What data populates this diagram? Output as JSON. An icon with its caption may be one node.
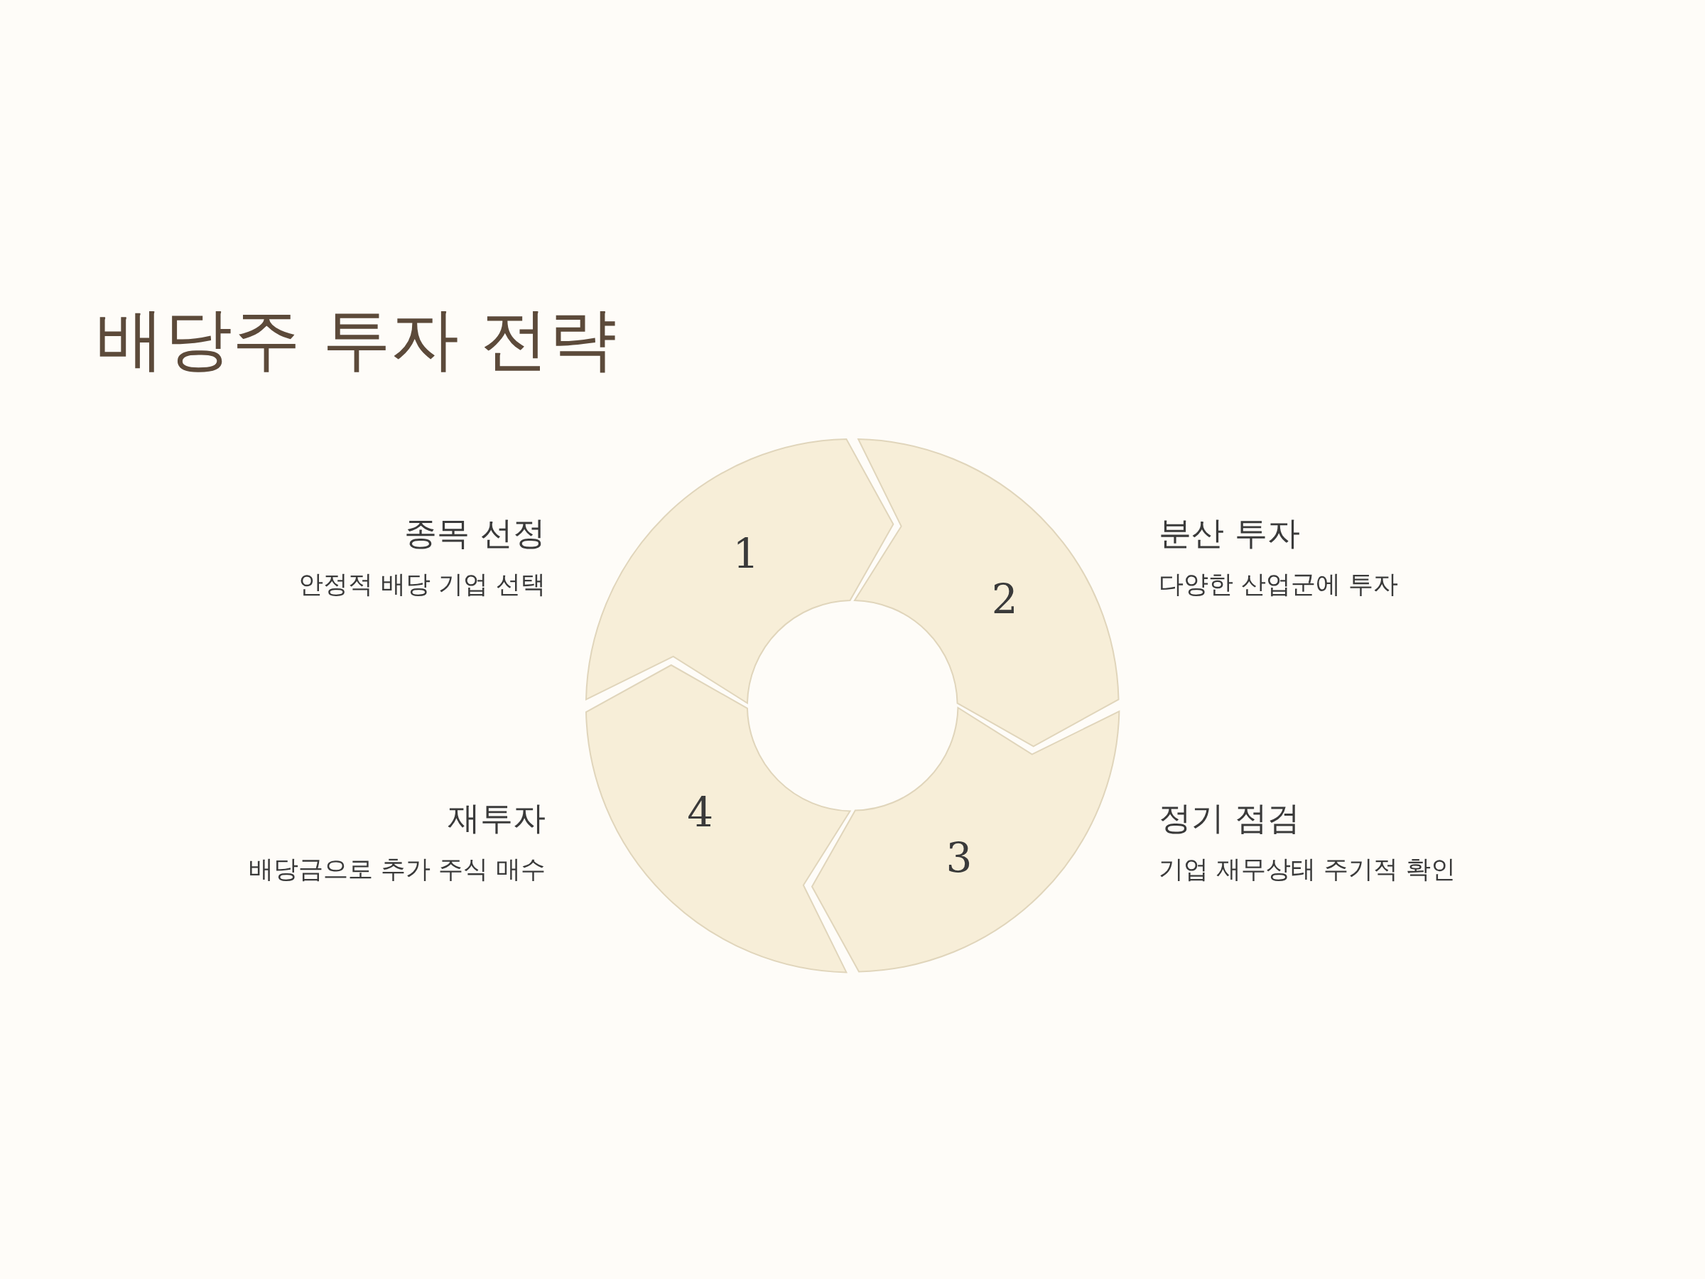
{
  "diagram": {
    "title": "배당주 투자 전략",
    "nodes": [
      {
        "text": [
          "1"
        ],
        "beside": [
          "종목 선정",
          "안정적 배당 기업 선택"
        ]
      },
      {
        "text": [
          "2"
        ],
        "beside": [
          "분산 투자",
          "다양한 산업군에 투자"
        ]
      },
      {
        "text": [
          "3"
        ],
        "beside": [
          "정기 점검",
          "기업 재무상태 주기적 확인"
        ]
      },
      {
        "text": [
          "4"
        ],
        "beside": [
          "재투자",
          "배당금으로 추가 주식 매수"
        ]
      }
    ]
  }
}
